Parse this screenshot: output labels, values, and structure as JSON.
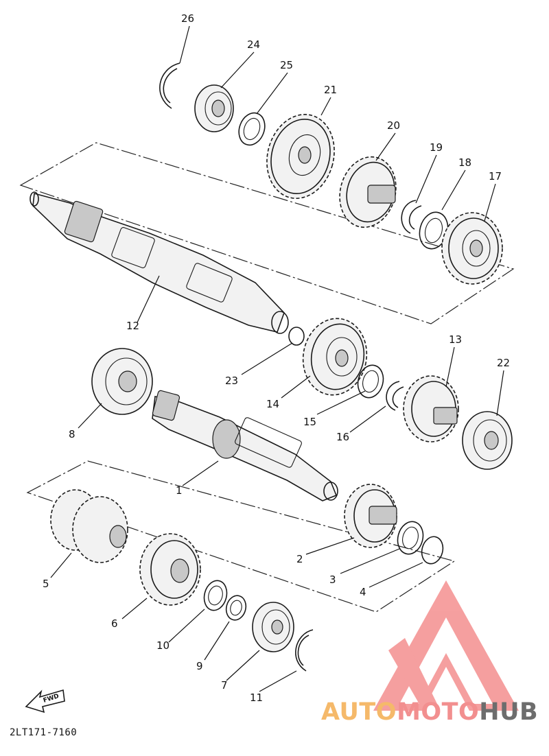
{
  "diagram": {
    "part_code": "2LT171-7160",
    "fwd_label": "FWD",
    "callouts": [
      "26",
      "24",
      "25",
      "21",
      "20",
      "19",
      "18",
      "17",
      "12",
      "23",
      "14",
      "15",
      "16",
      "13",
      "22",
      "8",
      "1",
      "2",
      "3",
      "4",
      "5",
      "6",
      "10",
      "9",
      "7",
      "11"
    ]
  },
  "watermark": {
    "text_part1": "AUTO",
    "text_part2": "MOTO",
    "text_part3": "HUB",
    "colors": {
      "auto": "#f5b96a",
      "moto": "#f28f8f",
      "hub": "#6d6d6d",
      "logo": "#f48f8f"
    }
  }
}
